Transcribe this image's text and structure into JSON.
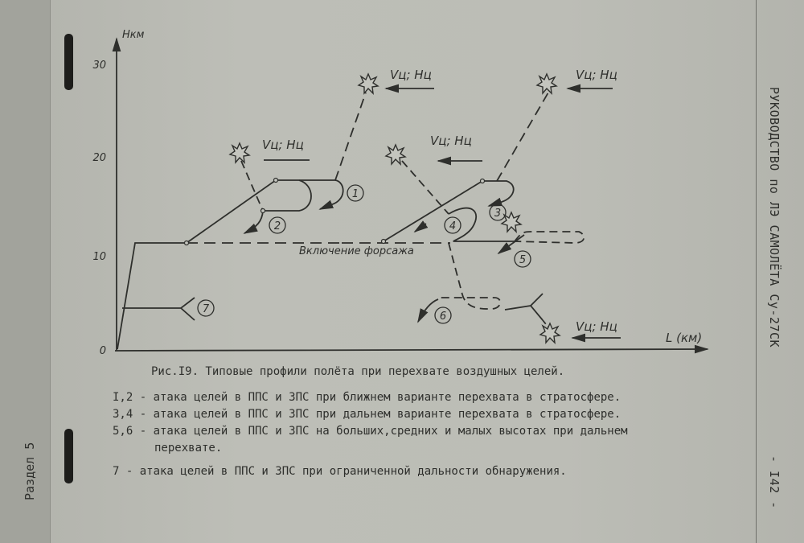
{
  "header": {
    "title": "РУКОВОДСТВО по ЛЭ САМОЛЁТА Су-27СК",
    "page_number": "- I42 -"
  },
  "section": {
    "label": "Раздел 5"
  },
  "diagram": {
    "y_axis_label": "Нкм",
    "x_axis_label": "L (км)",
    "y_ticks": [
      "0",
      "10",
      "20",
      "30"
    ],
    "afterburner_label": "Включение форсажа",
    "target_label": "Vц; Нц",
    "profile_numbers": [
      "1",
      "2",
      "3",
      "4",
      "5",
      "6",
      "7"
    ]
  },
  "caption": "Рис.I9. Типовые профили полёта при перехвате воздушных целей.",
  "legend": [
    "I,2 - атака целей в ППС и ЗПС при ближнем варианте перехвата в стратосфере.",
    "3,4 - атака целей в ППС и ЗПС при дальнем варианте перехвата в стратосфере.",
    "5,6 - атака целей в ППС и ЗПС на больших,средних и малых высотах при дальнем",
    "перехвате.",
    "7 - атака целей в ППС и ЗПС при ограниченной дальности обнаружения."
  ]
}
